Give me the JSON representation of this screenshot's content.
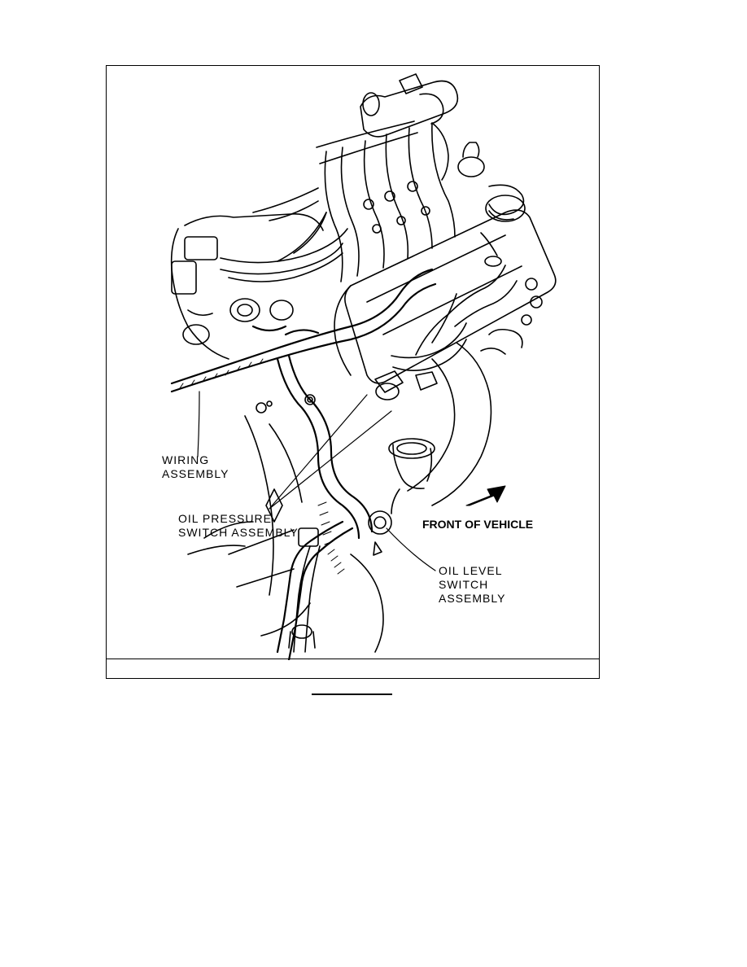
{
  "figure": {
    "callouts": {
      "wiring_assembly": [
        "WIRING",
        "ASSEMBLY"
      ],
      "oil_pressure_switch": [
        "OIL PRESSURE",
        "SWITCH ASSEMBLY"
      ],
      "front_of_vehicle": "FRONT OF VEHICLE",
      "oil_level_switch": [
        "OIL LEVEL",
        "SWITCH",
        "ASSEMBLY"
      ]
    },
    "caption": ""
  }
}
